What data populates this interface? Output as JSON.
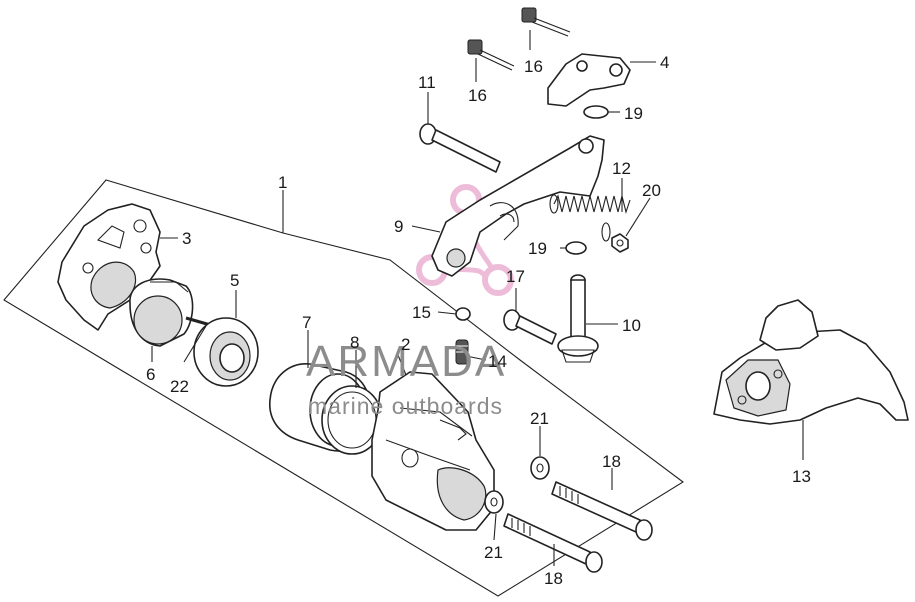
{
  "watermark": {
    "brand": "ARMADA",
    "tagline": "marine outboards",
    "logo_color": "#e8a6cc",
    "text_color": "#8c8c8c"
  },
  "callouts": {
    "c1": "1",
    "c2": "2",
    "c3": "3",
    "c4": "4",
    "c5": "5",
    "c6": "6",
    "c7": "7",
    "c8": "8",
    "c9": "9",
    "c10": "10",
    "c11": "11",
    "c12": "12",
    "c13": "13",
    "c14": "14",
    "c15": "15",
    "c16a": "16",
    "c16b": "16",
    "c17": "17",
    "c18a": "18",
    "c18b": "18",
    "c19a": "19",
    "c19b": "19",
    "c20": "20",
    "c21a": "21",
    "c21b": "21",
    "c22": "22"
  }
}
